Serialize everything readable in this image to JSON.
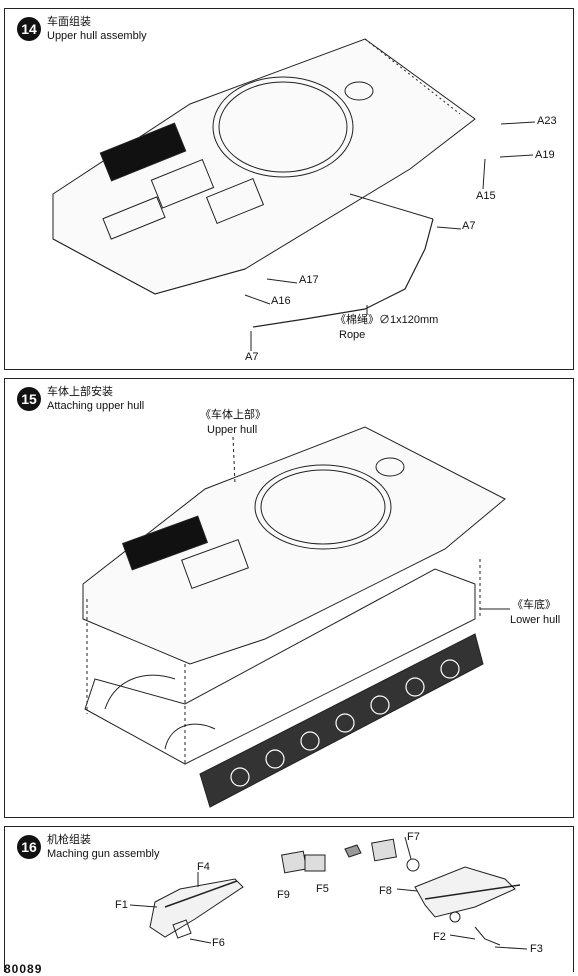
{
  "steps": [
    {
      "number": "14",
      "title_cn": "车面组装",
      "title_en": "Upper hull assembly"
    },
    {
      "number": "15",
      "title_cn": "车体上部安装",
      "title_en": "Attaching upper  hull"
    },
    {
      "number": "16",
      "title_cn": "机枪组装",
      "title_en": "Maching gun assembly"
    }
  ],
  "step14": {
    "parts": [
      "A23",
      "A19",
      "A15",
      "A7",
      "A17",
      "A16",
      "A7"
    ],
    "rope_spec": "《棉绳》∅1x120mm",
    "rope_label": "Rope"
  },
  "step15": {
    "upper_cn": "《车体上部》",
    "upper_en": "Upper hull",
    "lower_cn": "《车底》",
    "lower_en": "Lower hull"
  },
  "step16": {
    "parts": [
      "F4",
      "F1",
      "F6",
      "F9",
      "F5",
      "F7",
      "F8",
      "F2",
      "F3"
    ]
  },
  "footer": "80089"
}
